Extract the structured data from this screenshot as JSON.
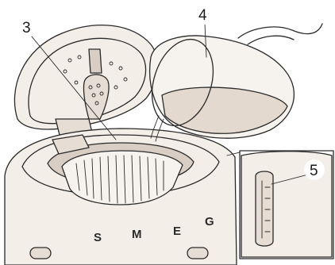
{
  "callouts": {
    "lid_label": "3",
    "jug_label": "4",
    "window_label": "5"
  },
  "logo": {
    "letters": [
      "S",
      "M",
      "E",
      "G"
    ]
  },
  "colors": {
    "line": "#2a2a2a",
    "body": "#f4eee8",
    "shade": "#e6ddd4",
    "label_halo": "#ffffff"
  }
}
